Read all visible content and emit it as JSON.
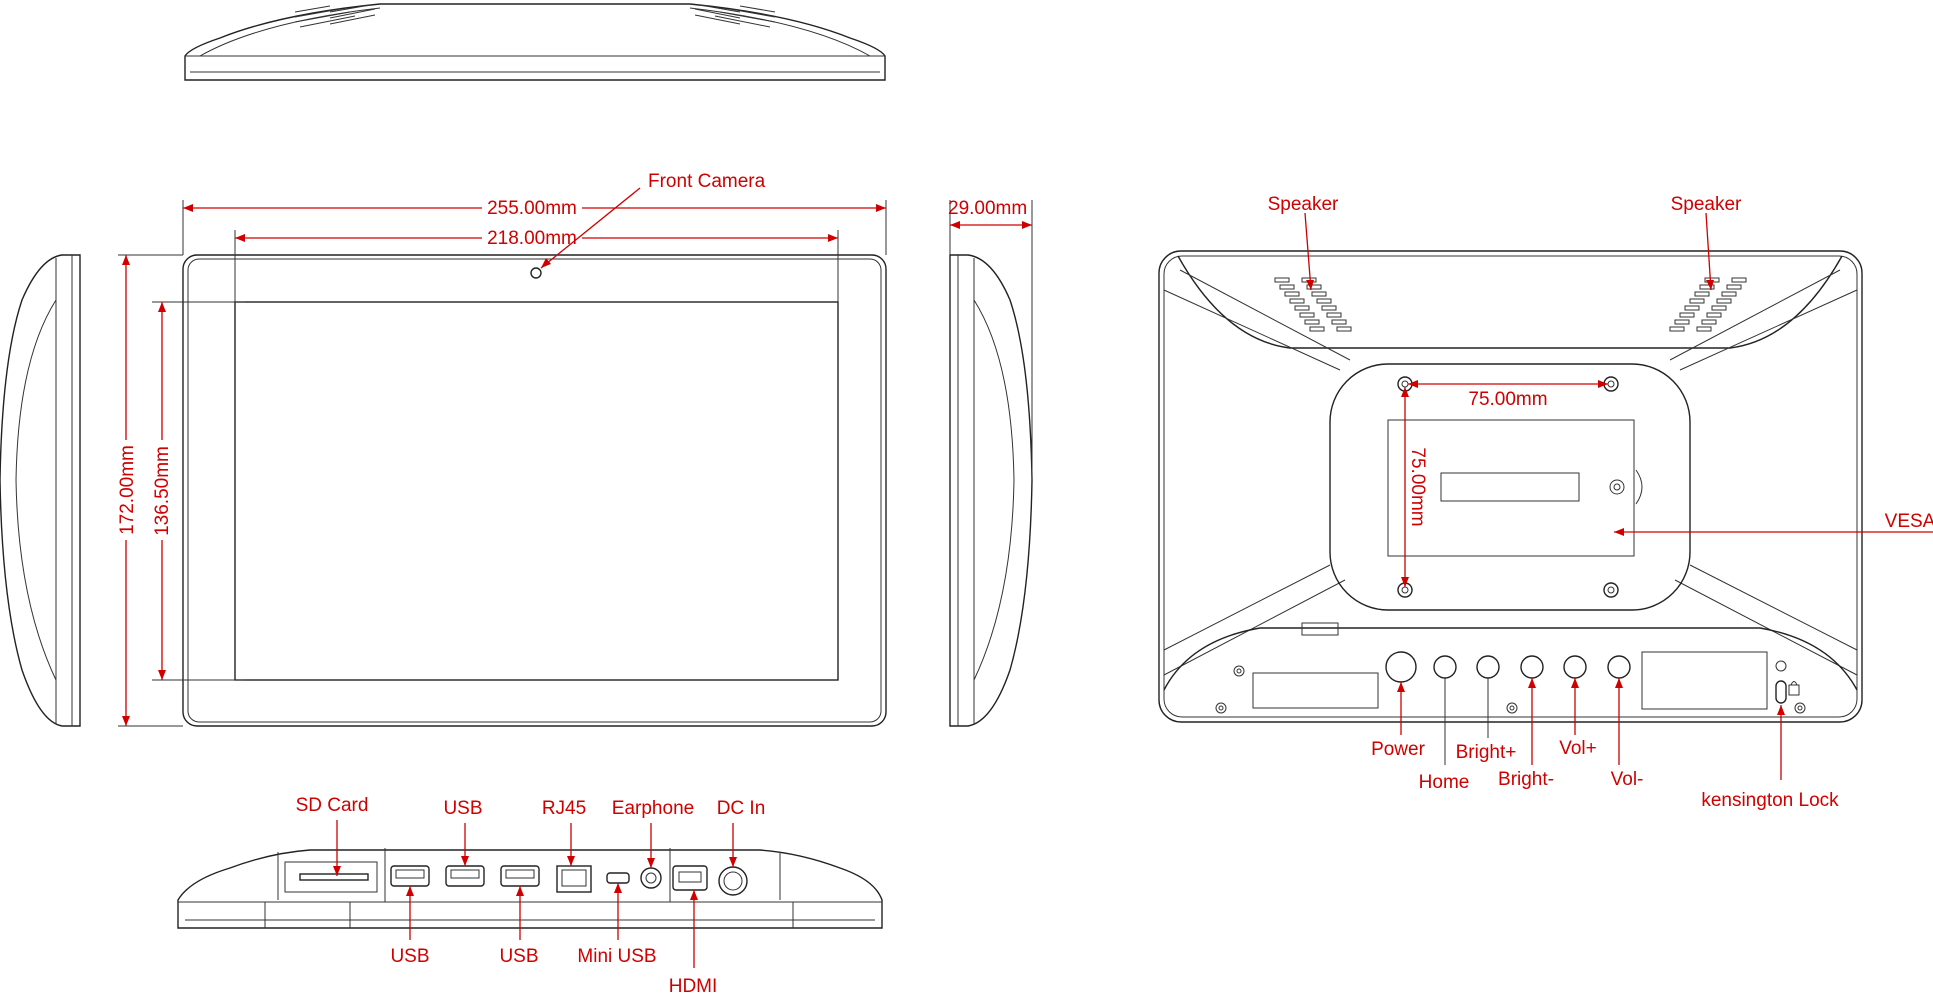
{
  "dimensions": {
    "overall_width": "255.00mm",
    "screen_width": "218.00mm",
    "overall_height": "172.00mm",
    "screen_height": "136.50mm",
    "depth": "29.00mm",
    "vesa_horizontal": "75.00mm",
    "vesa_vertical": "75.00mm"
  },
  "front_labels": {
    "front_camera": "Front Camera"
  },
  "back_labels": {
    "speaker_left": "Speaker",
    "speaker_right": "Speaker",
    "vesa": "VESA",
    "power": "Power",
    "home": "Home",
    "bright_plus": "Bright+",
    "bright_minus": "Bright-",
    "vol_plus": "Vol+",
    "vol_minus": "Vol-",
    "kensington_lock": "kensington Lock"
  },
  "bottom_labels": {
    "sd_card": "SD Card",
    "usb_top": "USB",
    "rj45": "RJ45",
    "earphone": "Earphone",
    "dc_in": "DC In",
    "usb_bottom_1": "USB",
    "usb_bottom_2": "USB",
    "mini_usb": "Mini USB",
    "hdmi": "HDMI"
  }
}
